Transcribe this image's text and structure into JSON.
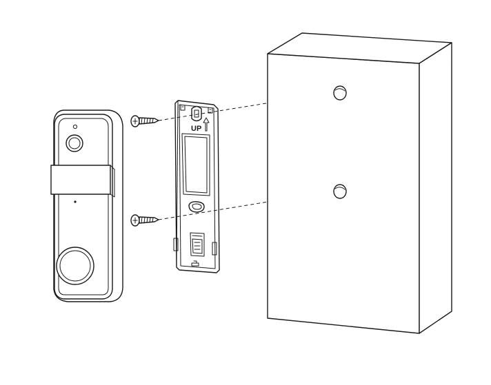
{
  "diagram": {
    "bracket_label": "UP",
    "parts": [
      {
        "name": "doorbell",
        "icon": "doorbell-icon"
      },
      {
        "name": "screw-top",
        "icon": "screw-icon"
      },
      {
        "name": "screw-bottom",
        "icon": "screw-icon"
      },
      {
        "name": "mounting-bracket",
        "icon": "bracket-icon"
      },
      {
        "name": "wall-block",
        "icon": "wall-icon"
      }
    ],
    "line_color": "#1a1a1a",
    "background_color": "#ffffff"
  }
}
